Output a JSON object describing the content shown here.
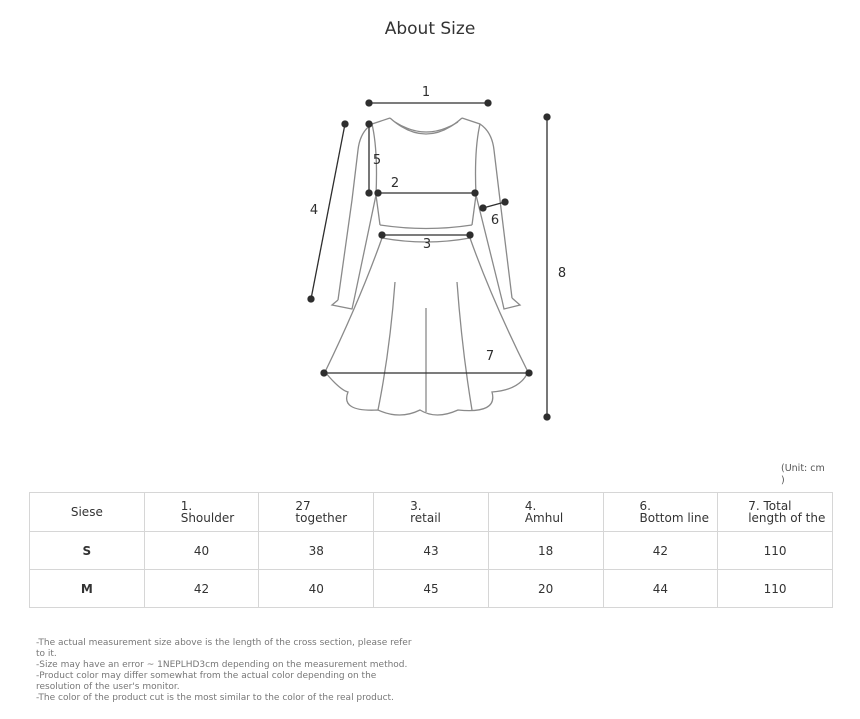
{
  "page": {
    "title": "About Size"
  },
  "diagram": {
    "labels": [
      "1",
      "2",
      "3",
      "4",
      "5",
      "6",
      "7",
      "8"
    ]
  },
  "unit_note": "(Unit: cm )",
  "table": {
    "first_header": "Siese",
    "headers": [
      {
        "num": "1.",
        "text": "Shoulder"
      },
      {
        "num": "27",
        "text": "together"
      },
      {
        "num": "3.",
        "text": "retail"
      },
      {
        "num": "4.",
        "text": "Amhul"
      },
      {
        "num": "6.",
        "text": "Bottom line"
      },
      {
        "num": "7. Total",
        "text": "length of the"
      }
    ],
    "rows": [
      {
        "size": "S",
        "values": [
          "40",
          "38",
          "43",
          "18",
          "42",
          "110"
        ]
      },
      {
        "size": "M",
        "values": [
          "42",
          "40",
          "45",
          "20",
          "44",
          "110"
        ]
      }
    ]
  },
  "notes": [
    "-The actual measurement size above is the length of the cross section, please refer to it.",
    "-Size may have an error ~ 1NEPLHD3cm depending on the measurement method.",
    "-Product color may differ somewhat from the actual color depending on the resolution of the user's monitor.",
    "-The color of the product cut is the most similar to the color of the real product."
  ]
}
